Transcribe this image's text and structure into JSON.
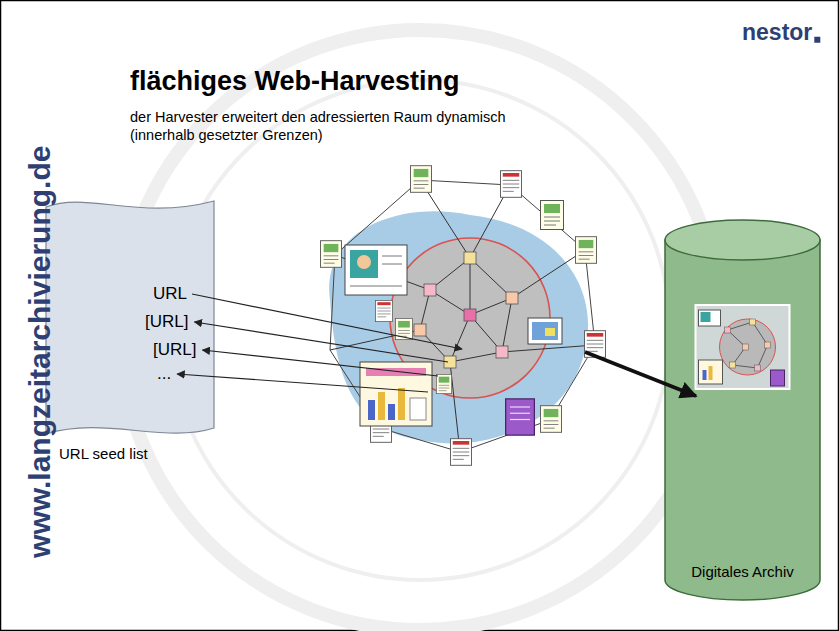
{
  "diagram": {
    "title": "flächiges Web-Harvesting",
    "nodes": [
      {
        "text": [
          "URL",
          "[URL]",
          "[URL]",
          "...",
          "URL seed list"
        ]
      },
      {
        "text": [
          "Digitales Archiv"
        ]
      }
    ],
    "labels": [
      "der Harvester erweitert den adressierten Raum dynamisch (innerhalb gesetzter Grenzen)",
      "www.langzeitarchivierung.de",
      "nestor"
    ]
  }
}
